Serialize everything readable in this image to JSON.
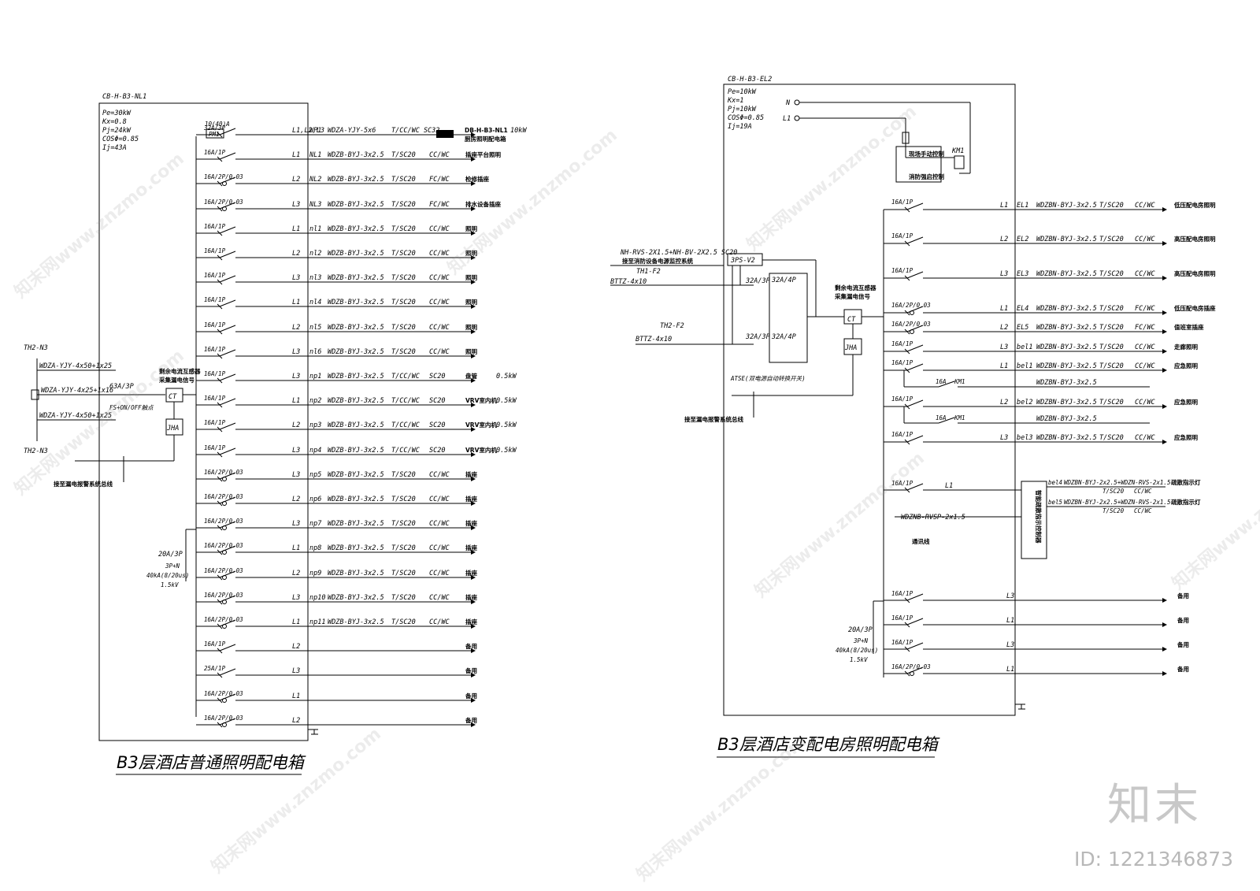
{
  "watermark": {
    "text": "知末网www.znzmo.com",
    "brand": "知末",
    "image_id": "ID: 1221346873"
  },
  "left_panel": {
    "panel_id": "CB-H-B3-NL1",
    "params": [
      "Pe=30kW",
      "Kx=0.8",
      "Pj=24kW",
      "COSΦ=0.85",
      "Ij=43A"
    ],
    "title": "B3层酒店普通照明配电箱",
    "main_breaker": "63A/3P",
    "incoming": [
      {
        "code": "TH2-N3",
        "cable": "WDZA-YJY-4x50+1x25"
      },
      {
        "code": "",
        "cable": "WDZA-YJY-4x25+1x16"
      },
      {
        "code": "TH2-N3",
        "cable": "WDZA-YJY-4x50+1x25"
      }
    ],
    "fs_label": "FS+ON/OFF触点",
    "ct_label": "CT",
    "jha_label": "JHA",
    "rcd_note": [
      "剩余电流互感器",
      "采集漏电信号"
    ],
    "alarm_bus": "接至漏电报警系统总线",
    "spd": [
      "20A/3P",
      "3P+N",
      "40kA(8/20us)",
      "1.5kV"
    ],
    "meter": "PM1",
    "first_breaker_top": "10(40)A",
    "circuits": [
      {
        "breaker": "32A/3P",
        "phase": "L1,L2,L3",
        "no": "WP1",
        "cable": "WDZA-YJY-5x6",
        "pipe": "T/CC/WC SC32",
        "mount": "",
        "use": "DB-H-B3-NL1",
        "use2": "厨房照明配电箱",
        "power": "10kW"
      },
      {
        "breaker": "16A/1P",
        "phase": "L1",
        "no": "NL1",
        "cable": "WDZB-BYJ-3x2.5",
        "pipe": "T/SC20",
        "mount": "CC/WC",
        "use": "插座平台照明",
        "power": ""
      },
      {
        "breaker": "16A/2P/0.03",
        "phase": "L2",
        "no": "NL2",
        "cable": "WDZB-BYJ-3x2.5",
        "pipe": "T/SC20",
        "mount": "FC/WC",
        "use": "检修插座",
        "power": ""
      },
      {
        "breaker": "16A/2P/0.03",
        "phase": "L3",
        "no": "NL3",
        "cable": "WDZB-BYJ-3x2.5",
        "pipe": "T/SC20",
        "mount": "FC/WC",
        "use": "排水设备插座",
        "power": ""
      },
      {
        "breaker": "16A/1P",
        "phase": "L1",
        "no": "nl1",
        "cable": "WDZB-BYJ-3x2.5",
        "pipe": "T/SC20",
        "mount": "CC/WC",
        "use": "照明",
        "power": ""
      },
      {
        "breaker": "16A/1P",
        "phase": "L2",
        "no": "nl2",
        "cable": "WDZB-BYJ-3x2.5",
        "pipe": "T/SC20",
        "mount": "CC/WC",
        "use": "照明",
        "power": ""
      },
      {
        "breaker": "16A/1P",
        "phase": "L3",
        "no": "nl3",
        "cable": "WDZB-BYJ-3x2.5",
        "pipe": "T/SC20",
        "mount": "CC/WC",
        "use": "照明",
        "power": ""
      },
      {
        "breaker": "16A/1P",
        "phase": "L1",
        "no": "nl4",
        "cable": "WDZB-BYJ-3x2.5",
        "pipe": "T/SC20",
        "mount": "CC/WC",
        "use": "照明",
        "power": ""
      },
      {
        "breaker": "16A/1P",
        "phase": "L2",
        "no": "nl5",
        "cable": "WDZB-BYJ-3x2.5",
        "pipe": "T/SC20",
        "mount": "CC/WC",
        "use": "照明",
        "power": ""
      },
      {
        "breaker": "16A/1P",
        "phase": "L3",
        "no": "nl6",
        "cable": "WDZB-BYJ-3x2.5",
        "pipe": "T/SC20",
        "mount": "CC/WC",
        "use": "照明",
        "power": ""
      },
      {
        "breaker": "16A/1P",
        "phase": "L3",
        "no": "np1",
        "cable": "WDZB-BYJ-3x2.5",
        "pipe": "T/CC/WC",
        "mount": "SC20",
        "use": "盘管",
        "power": "0.5kW"
      },
      {
        "breaker": "16A/1P",
        "phase": "L1",
        "no": "np2",
        "cable": "WDZB-BYJ-3x2.5",
        "pipe": "T/CC/WC",
        "mount": "SC20",
        "use": "VRV室内机",
        "power": "0.5kW"
      },
      {
        "breaker": "16A/1P",
        "phase": "L2",
        "no": "np3",
        "cable": "WDZB-BYJ-3x2.5",
        "pipe": "T/CC/WC",
        "mount": "SC20",
        "use": "VRV室内机",
        "power": "0.5kW"
      },
      {
        "breaker": "16A/1P",
        "phase": "L3",
        "no": "np4",
        "cable": "WDZB-BYJ-3x2.5",
        "pipe": "T/CC/WC",
        "mount": "SC20",
        "use": "VRV室内机",
        "power": "0.5kW"
      },
      {
        "breaker": "16A/2P/0.03",
        "phase": "L3",
        "no": "np5",
        "cable": "WDZB-BYJ-3x2.5",
        "pipe": "T/SC20",
        "mount": "CC/WC",
        "use": "插座",
        "power": ""
      },
      {
        "breaker": "16A/2P/0.03",
        "phase": "L2",
        "no": "np6",
        "cable": "WDZB-BYJ-3x2.5",
        "pipe": "T/SC20",
        "mount": "CC/WC",
        "use": "插座",
        "power": ""
      },
      {
        "breaker": "16A/2P/0.03",
        "phase": "L3",
        "no": "np7",
        "cable": "WDZB-BYJ-3x2.5",
        "pipe": "T/SC20",
        "mount": "CC/WC",
        "use": "插座",
        "power": ""
      },
      {
        "breaker": "16A/2P/0.03",
        "phase": "L1",
        "no": "np8",
        "cable": "WDZB-BYJ-3x2.5",
        "pipe": "T/SC20",
        "mount": "CC/WC",
        "use": "插座",
        "power": ""
      },
      {
        "breaker": "16A/2P/0.03",
        "phase": "L2",
        "no": "np9",
        "cable": "WDZB-BYJ-3x2.5",
        "pipe": "T/SC20",
        "mount": "CC/WC",
        "use": "插座",
        "power": ""
      },
      {
        "breaker": "16A/2P/0.03",
        "phase": "L3",
        "no": "np10",
        "cable": "WDZB-BYJ-3x2.5",
        "pipe": "T/SC20",
        "mount": "CC/WC",
        "use": "插座",
        "power": ""
      },
      {
        "breaker": "16A/2P/0.03",
        "phase": "L1",
        "no": "np11",
        "cable": "WDZB-BYJ-3x2.5",
        "pipe": "T/SC20",
        "mount": "CC/WC",
        "use": "插座",
        "power": ""
      },
      {
        "breaker": "16A/1P",
        "phase": "L2",
        "no": "",
        "cable": "",
        "pipe": "",
        "mount": "",
        "use": "备用",
        "power": ""
      },
      {
        "breaker": "25A/1P",
        "phase": "L3",
        "no": "",
        "cable": "",
        "pipe": "",
        "mount": "",
        "use": "备用",
        "power": ""
      },
      {
        "breaker": "16A/2P/0.03",
        "phase": "L1",
        "no": "",
        "cable": "",
        "pipe": "",
        "mount": "",
        "use": "备用",
        "power": ""
      },
      {
        "breaker": "16A/2P/0.03",
        "phase": "L2",
        "no": "",
        "cable": "",
        "pipe": "",
        "mount": "",
        "use": "备用",
        "power": ""
      }
    ]
  },
  "right_panel": {
    "panel_id": "CB-H-B3-EL2",
    "params": [
      "Pe=10kW",
      "Kx=1",
      "Pj=10kW",
      "COSΦ=0.85",
      "Ij=19A"
    ],
    "title": "B3层酒店变配电房照明配电箱",
    "n_label": "N",
    "l1_label": "L1",
    "control_labels": [
      "现场手动控制",
      "消防强启控制"
    ],
    "relay": "KM1",
    "incoming": [
      {
        "code": "TH1-F2",
        "cable": "BTTZ-4x10"
      },
      {
        "code": "TH2-F2",
        "cable": "BTTZ-4x10"
      }
    ],
    "monitor_cable": "NH-RVS-2X1.5+NH-BV-2X2.5 SC20",
    "monitor_note": "接至消防设备电源监控系统",
    "sps": "3PS-V2",
    "in_breakers": [
      "32A/3P",
      "32A/3P"
    ],
    "ats": [
      "32A/4P",
      "32A/4P"
    ],
    "ats_label": "ATSE(双电源自动转换开关)",
    "rcd_note": [
      "剩余电流互感器",
      "采集漏电信号"
    ],
    "ct_label": "CT",
    "jha_label": "JHA",
    "alarm_bus": "接至漏电报警系统总线",
    "spd": [
      "20A/3P",
      "3P+N",
      "40kA(8/20us)",
      "1.5kV"
    ],
    "emergency_controller": "智能疏散指示控制器",
    "comm": {
      "cable": "WDZNB-RVSP-2x1.5",
      "label": "通讯线"
    },
    "circuits": [
      {
        "breaker": "16A/1P",
        "phase": "L1",
        "no": "EL1",
        "cable": "WDZBN-BYJ-3x2.5",
        "pipe": "T/SC20",
        "mount": "CC/WC",
        "use": "低压配电房照明"
      },
      {
        "breaker": "16A/1P",
        "phase": "L2",
        "no": "EL2",
        "cable": "WDZBN-BYJ-3x2.5",
        "pipe": "T/SC20",
        "mount": "CC/WC",
        "use": "高压配电房照明"
      },
      {
        "breaker": "16A/1P",
        "phase": "L3",
        "no": "EL3",
        "cable": "WDZBN-BYJ-3x2.5",
        "pipe": "T/SC20",
        "mount": "CC/WC",
        "use": "高压配电房照明"
      },
      {
        "breaker": "16A/2P/0.03",
        "phase": "L1",
        "no": "EL4",
        "cable": "WDZBN-BYJ-3x2.5",
        "pipe": "T/SC20",
        "mount": "FC/WC",
        "use": "低压配电房插座"
      },
      {
        "breaker": "16A/2P/0.03",
        "phase": "L2",
        "no": "EL5",
        "cable": "WDZBN-BYJ-3x2.5",
        "pipe": "T/SC20",
        "mount": "FC/WC",
        "use": "值班室插座"
      },
      {
        "breaker": "16A/1P",
        "phase": "L3",
        "no": "bel1",
        "cable": "WDZBN-BYJ-3x2.5",
        "pipe": "T/SC20",
        "mount": "CC/WC",
        "use": "走廊照明"
      },
      {
        "breaker": "16A/1P",
        "phase": "L1",
        "no": "bel1",
        "cable": "WDZBN-BYJ-3x2.5",
        "pipe": "T/SC20",
        "mount": "CC/WC",
        "use": "应急照明"
      },
      {
        "breaker": "16A",
        "phase": "",
        "no": "KM1",
        "cable": "WDZBN-BYJ-3x2.5",
        "pipe": "",
        "mount": "",
        "use": ""
      },
      {
        "breaker": "16A/1P",
        "phase": "L2",
        "no": "bel2",
        "cable": "WDZBN-BYJ-3x2.5",
        "pipe": "T/SC20",
        "mount": "CC/WC",
        "use": "应急照明"
      },
      {
        "breaker": "16A",
        "phase": "",
        "no": "KM1",
        "cable": "WDZBN-BYJ-3x2.5",
        "pipe": "",
        "mount": "",
        "use": ""
      },
      {
        "breaker": "16A/1P",
        "phase": "L3",
        "no": "bel3",
        "cable": "WDZBN-BYJ-3x2.5",
        "pipe": "T/SC20",
        "mount": "CC/WC",
        "use": "应急照明"
      }
    ],
    "evac": [
      {
        "breaker": "16A/1P",
        "phase": "L1",
        "no": "bel4",
        "cable": "WDZBN-BYJ-2x2.5+WDZN-RVS-2x1.5",
        "pipe": "T/SC20",
        "mount": "CC/WC",
        "use": "疏散指示灯"
      },
      {
        "breaker": "",
        "phase": "",
        "no": "bel5",
        "cable": "WDZBN-BYJ-2x2.5+WDZN-RVS-2x1.5",
        "pipe": "T/SC20",
        "mount": "CC/WC",
        "use": "疏散指示灯"
      }
    ],
    "spares": [
      {
        "breaker": "16A/1P",
        "phase": "L3",
        "use": "备用"
      },
      {
        "breaker": "16A/1P",
        "phase": "L1",
        "use": "备用"
      },
      {
        "breaker": "16A/1P",
        "phase": "L3",
        "use": "备用"
      },
      {
        "breaker": "16A/2P/0.03",
        "phase": "L1",
        "use": "备用"
      }
    ]
  }
}
